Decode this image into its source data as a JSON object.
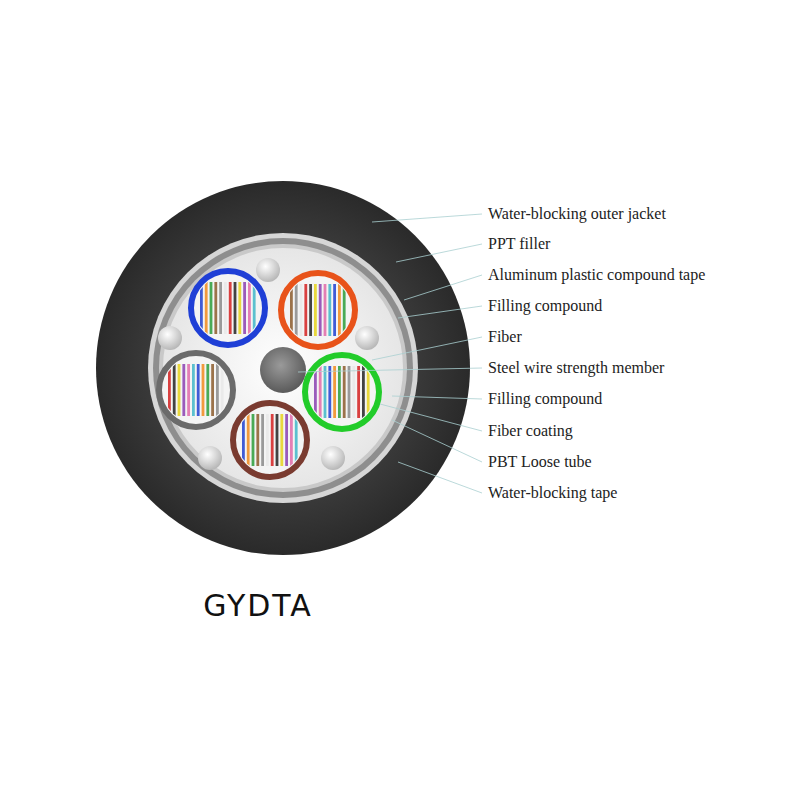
{
  "diagram": {
    "caption": "GYDTA",
    "labels": [
      "Water-blocking outer jacket",
      "PPT filler",
      "Aluminum plastic compound tape",
      "Filling compound",
      "Fiber",
      "Steel wire strength member",
      "Filling compound",
      "Fiber coating",
      "PBT Loose tube",
      "Water-blocking tape"
    ]
  }
}
